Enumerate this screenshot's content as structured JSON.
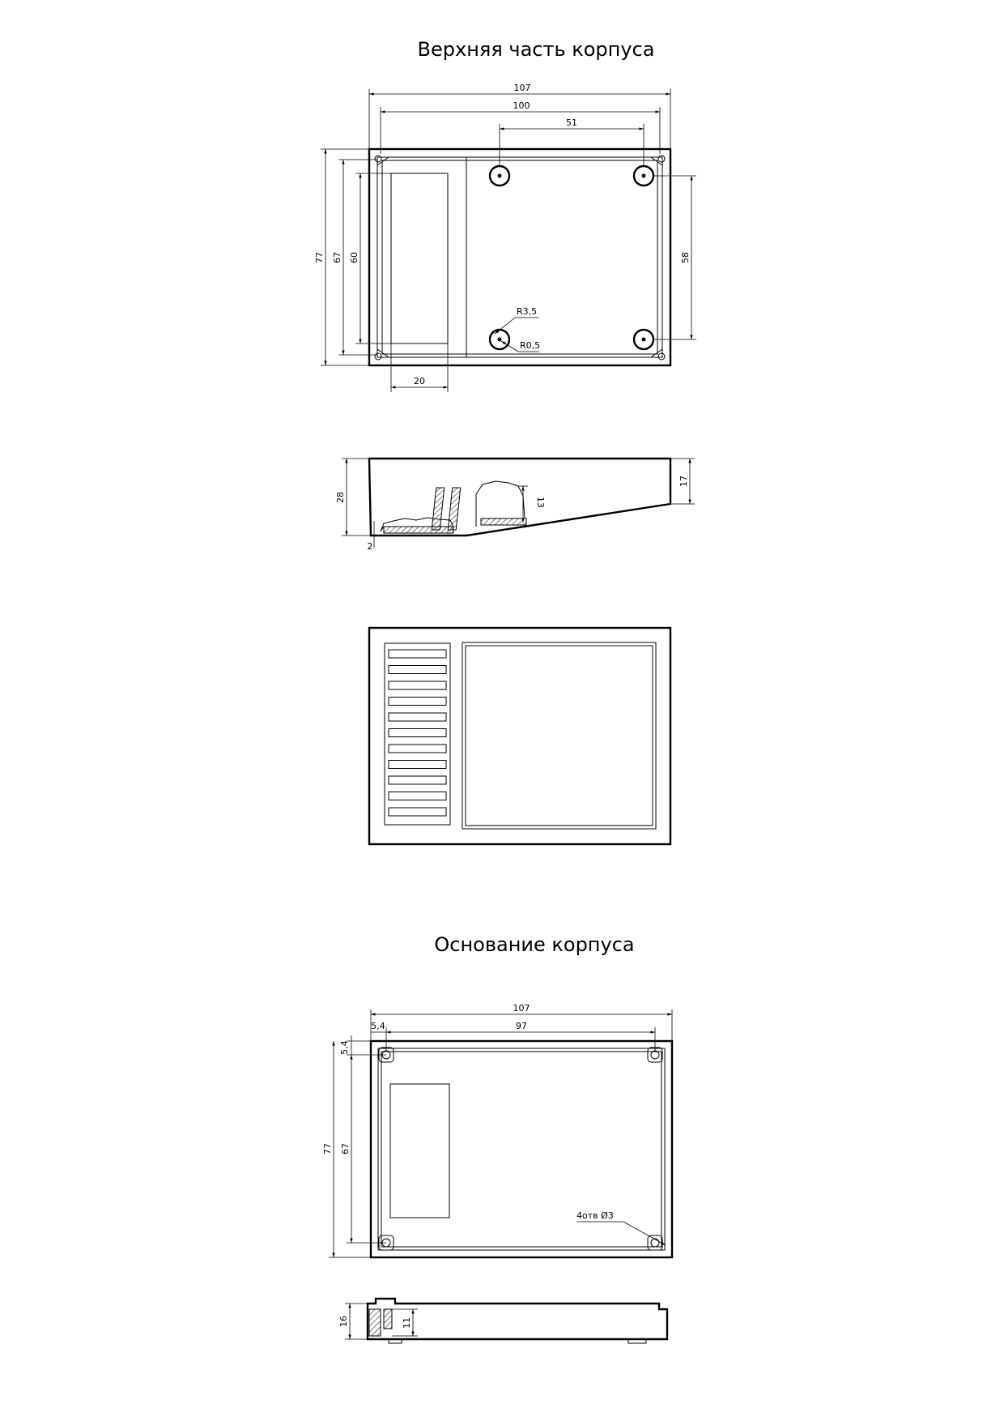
{
  "titles": {
    "top_part": "Верхняя часть корпуса",
    "base": "Основание корпуса"
  },
  "top_plan": {
    "dim_overall_width": "107",
    "dim_inner_width": "100",
    "dim_hole_spacing_x": "51",
    "dim_overall_height": "77",
    "dim_inner_height": "67",
    "dim_window_height": "60",
    "dim_hole_spacing_y": "58",
    "dim_window_width": "20",
    "label_boss_radius": "R3,5",
    "label_hole_radius": "R0,5"
  },
  "top_side": {
    "dim_height_rear": "28",
    "dim_height_front": "17",
    "dim_boss_height": "13",
    "dim_wall": "2"
  },
  "top_bottom_view": {
    "slot_count": 11
  },
  "base_plan": {
    "dim_overall_width": "107",
    "dim_offset_x": "5,4",
    "dim_hole_spacing_x": "97",
    "dim_offset_y": "5,4",
    "dim_overall_height": "77",
    "dim_inner_height": "67",
    "label_holes": "4отв Ø3"
  },
  "base_side": {
    "dim_height": "16",
    "dim_inner_height": "11"
  }
}
